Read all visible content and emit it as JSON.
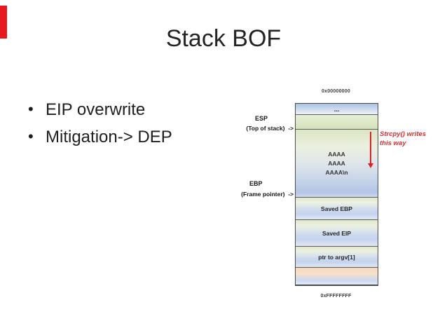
{
  "slide": {
    "title": "Stack BOF",
    "bullets": [
      "EIP overwrite",
      "Mitigation-> DEP"
    ]
  },
  "diagram": {
    "top_address": "0x00000000",
    "bottom_address": "0xFFFFFFFF",
    "esp_label": "ESP",
    "esp_pointer": "(Top of stack)  ->",
    "ebp_label": "EBP",
    "ebp_pointer": "(Frame pointer)  ->",
    "write_annotation_line1": "Strcpy() writes",
    "write_annotation_line2": "this way",
    "cells": {
      "top": "...",
      "buffer_lines": [
        "AAAA",
        "AAAA",
        "AAAA\\n"
      ],
      "saved_ebp": "Saved EBP",
      "saved_eip": "Saved EIP",
      "ptr_argv": "ptr to argv[1]"
    }
  },
  "colors": {
    "accent_red_bar": "#e8191c",
    "annotation_red": "#d33131",
    "arrow_red": "#e01f1f",
    "cell_green": "#dde7c6",
    "cell_blue": "#c2d1e9",
    "cell_orange": "#f4d9bc",
    "title_text": "#242424"
  }
}
